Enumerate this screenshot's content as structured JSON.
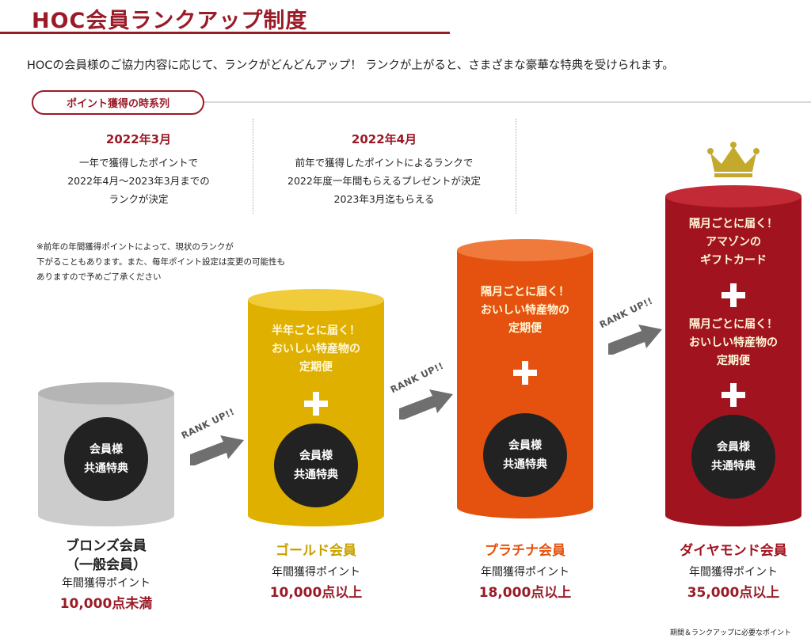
{
  "page": {
    "title": "HOC会員ランクアップ制度",
    "intro": "HOCの会員様のご協力内容に応じて、ランクがどんどんアップ！ ランクが上がると、さまざまな豪華な特典を受けられます。"
  },
  "timeline": {
    "tag": "ポイント獲得の時系列",
    "blocks": [
      {
        "date": "2022年3月",
        "lines": [
          "一年で獲得したポイントで",
          "2022年4月～2023年3月までの",
          "ランクが決定"
        ]
      },
      {
        "date": "2022年4月",
        "lines": [
          "前年で獲得したポイントによるランクで",
          "2022年度一年間もらえるプレゼントが決定",
          "2023年3月迄もらえる"
        ]
      }
    ],
    "note": [
      "※前年の年間獲得ポイントによって、現状のランクが",
      "下がることもあります。また、毎年ポイント設定は変更の可能性も",
      "ありますので予めご了承ください"
    ]
  },
  "benefit_common": [
    "会員様",
    "共通特典"
  ],
  "rank_up_label": "RANK UP!!",
  "tiers": [
    {
      "name_lines": [
        "ブロンズ会員",
        "（一般会員）"
      ],
      "points_label": "年間獲得ポイント",
      "points": "10,000点未満",
      "benefits": []
    },
    {
      "name_lines": [
        "ゴールド会員"
      ],
      "points_label": "年間獲得ポイント",
      "points": "10,000点以上",
      "benefits": [
        [
          "半年ごとに届く！",
          "おいしい特産物の",
          "定期便"
        ]
      ]
    },
    {
      "name_lines": [
        "プラチナ会員"
      ],
      "points_label": "年間獲得ポイント",
      "points": "18,000点以上",
      "benefits": [
        [
          "隔月ごとに届く！",
          "おいしい特産物の",
          "定期便"
        ]
      ]
    },
    {
      "name_lines": [
        "ダイヤモンド会員"
      ],
      "points_label": "年間獲得ポイント",
      "points": "35,000点以上",
      "benefits": [
        [
          "隔月ごとに届く！",
          "アマゾンの",
          "ギフトカード"
        ],
        [
          "隔月ごとに届く！",
          "おいしい特産物の",
          "定期便"
        ]
      ]
    }
  ],
  "colors": {
    "brand": "#9a1b27",
    "bronze": "#cccccc",
    "gold": "#e0b000",
    "platinum": "#e5520f",
    "diamond": "#a1141f",
    "crown": "#c4aa2c",
    "gold_text": "#c8a000",
    "platinum_text": "#e5520f",
    "diamond_text": "#a1141f"
  },
  "footnote": "期間＆ランクアップに必要なポイント"
}
